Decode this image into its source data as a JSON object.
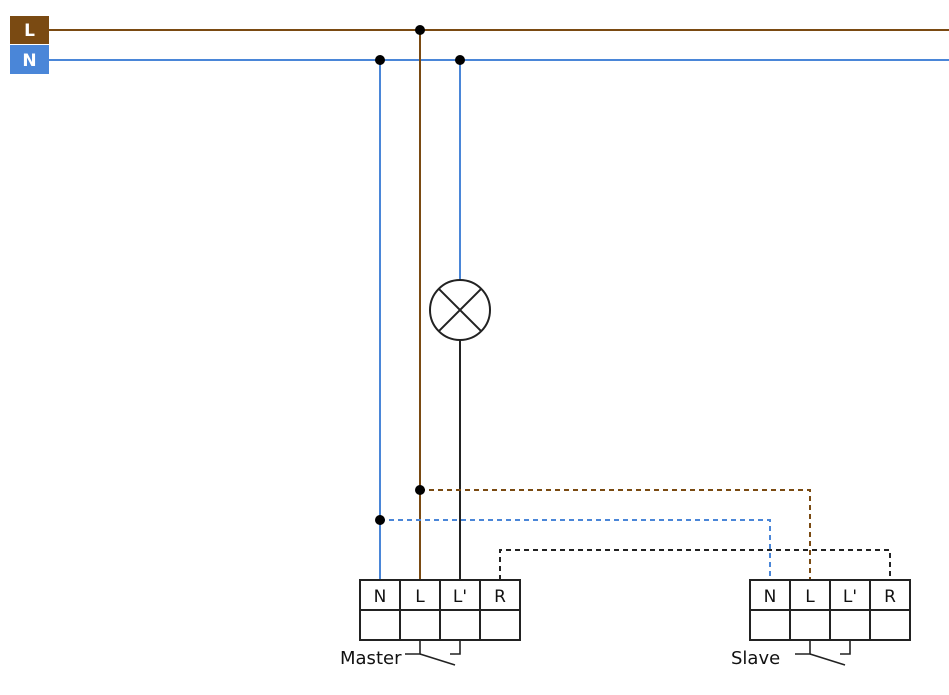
{
  "bus": {
    "live_label": "L",
    "neutral_label": "N"
  },
  "colors": {
    "live": "#7a4a12",
    "live_box": "#7a4a12",
    "neutral": "#4a86d8",
    "neutral_box": "#4a86d8",
    "control": "#222222",
    "node": "#000000"
  },
  "master": {
    "name": "Master",
    "terminals": [
      "N",
      "L",
      "L'",
      "R"
    ]
  },
  "slave": {
    "name": "Slave",
    "terminals": [
      "N",
      "L",
      "L'",
      "R"
    ]
  },
  "icons": {
    "lamp": "lamp-icon",
    "switch": "switch-contact-icon"
  }
}
